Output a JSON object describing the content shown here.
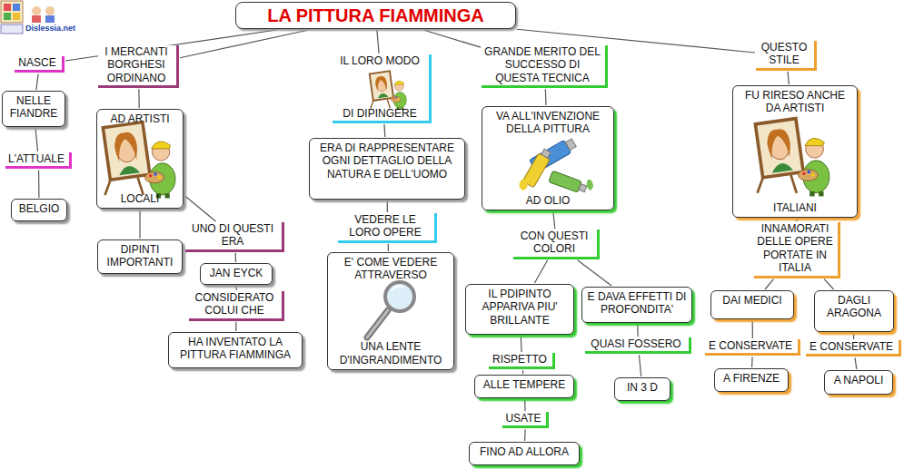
{
  "diagram": {
    "title": "LA PITTURA FIAMMINGA",
    "nodes": [
      {
        "text": [
          "LA PITTURA FIAMMINGA"
        ]
      },
      {
        "text": [
          "NASCE"
        ]
      },
      {
        "text": [
          "NELLE FIANDRE"
        ]
      },
      {
        "text": [
          "L'ATTUALE"
        ]
      },
      {
        "text": [
          "BELGIO"
        ]
      },
      {
        "text": [
          "I MERCANTI BORGHESI ORDINANO"
        ]
      },
      {
        "text": [
          "AD ARTISTI",
          "LOCALI"
        ]
      },
      {
        "text": [
          "DIPINTI IMPORTANTI"
        ]
      },
      {
        "text": [
          "UNO DI QUESTI ERA"
        ]
      },
      {
        "text": [
          "JAN EYCK"
        ]
      },
      {
        "text": [
          "CONSIDERATO COLUI CHE"
        ]
      },
      {
        "text": [
          "HA INVENTATO LA PITTURA FIAMMINGA"
        ]
      },
      {
        "text": [
          "IL LORO MODO",
          "DI DIPINGERE"
        ]
      },
      {
        "text": [
          "ERA DI RAPPRESENTARE OGNI DETTAGLIO DELLA NATURA E DELL'UOMO"
        ]
      },
      {
        "text": [
          "VEDERE LE LORO OPERE"
        ]
      },
      {
        "text": [
          "E' COME VEDERE ATTRAVERSO",
          "UNA LENTE D'INGRANDIMENTO"
        ]
      },
      {
        "text": [
          "GRANDE MERITO DEL SUCCESSO DI QUESTA TECNICA"
        ]
      },
      {
        "text": [
          "VA ALL'INVENZIONE DELLA PITTURA",
          "AD OLIO"
        ]
      },
      {
        "text": [
          "CON QUESTI COLORI"
        ]
      },
      {
        "text": [
          "IL PDIPINTO APPARIVA PIU' BRILLANTE"
        ]
      },
      {
        "text": [
          "RISPETTO"
        ]
      },
      {
        "text": [
          "ALLE TEMPERE"
        ]
      },
      {
        "text": [
          "USATE"
        ]
      },
      {
        "text": [
          "FINO AD ALLORA"
        ]
      },
      {
        "text": [
          "E DAVA EFFETTI DI PROFONDITA'"
        ]
      },
      {
        "text": [
          "QUASI FOSSERO"
        ]
      },
      {
        "text": [
          "IN 3 D"
        ]
      },
      {
        "text": [
          "QUESTO STILE"
        ]
      },
      {
        "text": [
          "FU RIRESO ANCHE DA ARTISTI",
          "ITALIANI"
        ]
      },
      {
        "text": [
          "INNAMORATI DELLE OPERE PORTATE IN ITALIA"
        ]
      },
      {
        "text": [
          "DAI MEDICI"
        ]
      },
      {
        "text": [
          "E CONSERVATE"
        ]
      },
      {
        "text": [
          "A FIRENZE"
        ]
      },
      {
        "text": [
          "DAGLI ARAGONA"
        ]
      },
      {
        "text": [
          "E CONSERVATE"
        ]
      },
      {
        "text": [
          "A NAPOLI"
        ]
      }
    ],
    "edges": [
      {
        "from": 0,
        "to": 1,
        "arrow": "none"
      },
      {
        "from": 1,
        "to": 2,
        "arrow": "none"
      },
      {
        "from": 2,
        "to": 3,
        "arrow": "none"
      },
      {
        "from": 3,
        "to": 4,
        "arrow": "none"
      },
      {
        "from": 0,
        "to": 5,
        "arrow": "none"
      },
      {
        "from": 5,
        "to": 6,
        "arrow": "none"
      },
      {
        "from": 6,
        "to": 7,
        "arrow": "none"
      },
      {
        "from": 6,
        "to": 8,
        "arrow": "none"
      },
      {
        "from": 8,
        "to": 9,
        "arrow": "none"
      },
      {
        "from": 9,
        "to": 10,
        "arrow": "none"
      },
      {
        "from": 10,
        "to": 11,
        "arrow": "none"
      },
      {
        "from": 0,
        "to": 12,
        "arrow": "none"
      },
      {
        "from": 12,
        "to": 13,
        "arrow": "none"
      },
      {
        "from": 13,
        "to": 14,
        "arrow": "none"
      },
      {
        "from": 14,
        "to": 15,
        "arrow": "none"
      },
      {
        "from": 0,
        "to": 16,
        "arrow": "none"
      },
      {
        "from": 16,
        "to": 17,
        "arrow": "none"
      },
      {
        "from": 17,
        "to": 18,
        "arrow": "none"
      },
      {
        "from": 18,
        "to": 19,
        "arrow": "none"
      },
      {
        "from": 19,
        "to": 20,
        "arrow": "none"
      },
      {
        "from": 20,
        "to": 21,
        "arrow": "none"
      },
      {
        "from": 21,
        "to": 22,
        "arrow": "none"
      },
      {
        "from": 22,
        "to": 23,
        "arrow": "none"
      },
      {
        "from": 18,
        "to": 24,
        "arrow": "none"
      },
      {
        "from": 24,
        "to": 25,
        "arrow": "none"
      },
      {
        "from": 25,
        "to": 26,
        "arrow": "none"
      },
      {
        "from": 0,
        "to": 27,
        "arrow": "none"
      },
      {
        "from": 27,
        "to": 28,
        "arrow": "none"
      },
      {
        "from": 28,
        "to": 29,
        "arrow": "none"
      },
      {
        "from": 29,
        "to": 30,
        "arrow": "none"
      },
      {
        "from": 30,
        "to": 31,
        "arrow": "none"
      },
      {
        "from": 31,
        "to": 32,
        "arrow": "none"
      },
      {
        "from": 29,
        "to": 33,
        "arrow": "none"
      },
      {
        "from": 33,
        "to": 34,
        "arrow": "none"
      },
      {
        "from": 34,
        "to": 35,
        "arrow": "none"
      }
    ],
    "labels": [
      "Dislessia.net"
    ]
  }
}
